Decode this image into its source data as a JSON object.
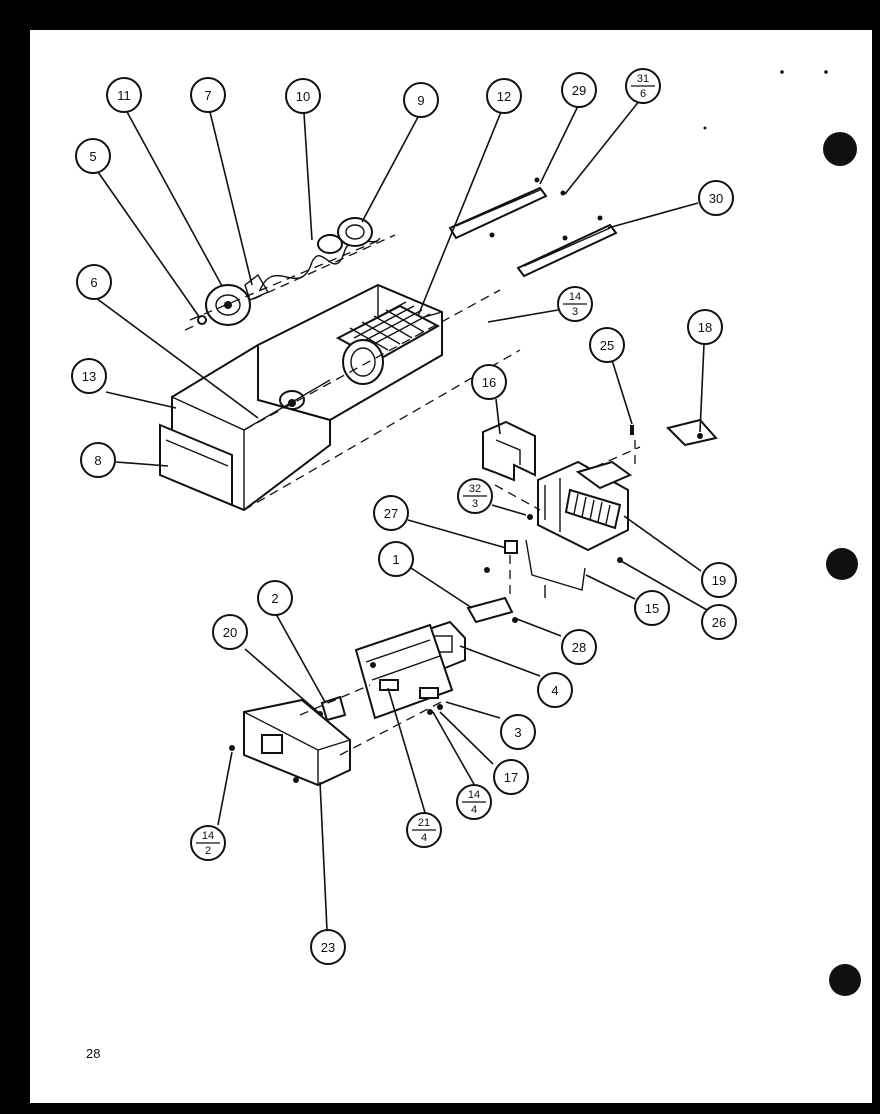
{
  "page_number": "28",
  "callouts": [
    {
      "id": "11",
      "top": "11"
    },
    {
      "id": "7",
      "top": "7"
    },
    {
      "id": "10",
      "top": "10"
    },
    {
      "id": "9",
      "top": "9"
    },
    {
      "id": "12",
      "top": "12"
    },
    {
      "id": "29",
      "top": "29"
    },
    {
      "id": "31-6",
      "top": "31",
      "bottom": "6"
    },
    {
      "id": "5",
      "top": "5"
    },
    {
      "id": "30",
      "top": "30"
    },
    {
      "id": "6",
      "top": "6"
    },
    {
      "id": "14-3",
      "top": "14",
      "bottom": "3"
    },
    {
      "id": "18",
      "top": "18"
    },
    {
      "id": "25",
      "top": "25"
    },
    {
      "id": "13",
      "top": "13"
    },
    {
      "id": "16",
      "top": "16"
    },
    {
      "id": "8",
      "top": "8"
    },
    {
      "id": "32-3",
      "top": "32",
      "bottom": "3"
    },
    {
      "id": "27",
      "top": "27"
    },
    {
      "id": "1",
      "top": "1"
    },
    {
      "id": "19",
      "top": "19"
    },
    {
      "id": "15",
      "top": "15"
    },
    {
      "id": "26",
      "top": "26"
    },
    {
      "id": "2",
      "top": "2"
    },
    {
      "id": "20",
      "top": "20"
    },
    {
      "id": "28",
      "top": "28"
    },
    {
      "id": "4",
      "top": "4"
    },
    {
      "id": "3",
      "top": "3"
    },
    {
      "id": "17",
      "top": "17"
    },
    {
      "id": "14-4",
      "top": "14",
      "bottom": "4"
    },
    {
      "id": "21-4",
      "top": "21",
      "bottom": "4"
    },
    {
      "id": "14-2",
      "top": "14",
      "bottom": "2"
    },
    {
      "id": "23",
      "top": "23"
    }
  ]
}
